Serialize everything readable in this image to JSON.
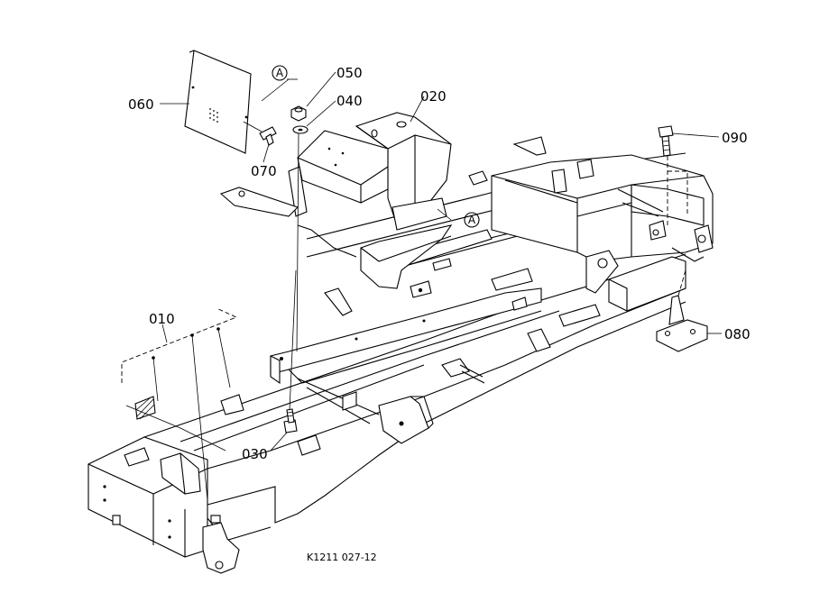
{
  "diagram": {
    "callouts": [
      {
        "id": "c010",
        "label": "010"
      },
      {
        "id": "c020",
        "label": "020"
      },
      {
        "id": "c030",
        "label": "030"
      },
      {
        "id": "c040",
        "label": "040"
      },
      {
        "id": "c050",
        "label": "050"
      },
      {
        "id": "c060",
        "label": "060"
      },
      {
        "id": "c070",
        "label": "070"
      },
      {
        "id": "c080",
        "label": "080"
      },
      {
        "id": "c090",
        "label": "090"
      }
    ],
    "reference_marks": [
      {
        "id": "refA1",
        "letter": "A"
      },
      {
        "id": "refA2",
        "letter": "A"
      }
    ],
    "caption": "K1211 027-12"
  }
}
